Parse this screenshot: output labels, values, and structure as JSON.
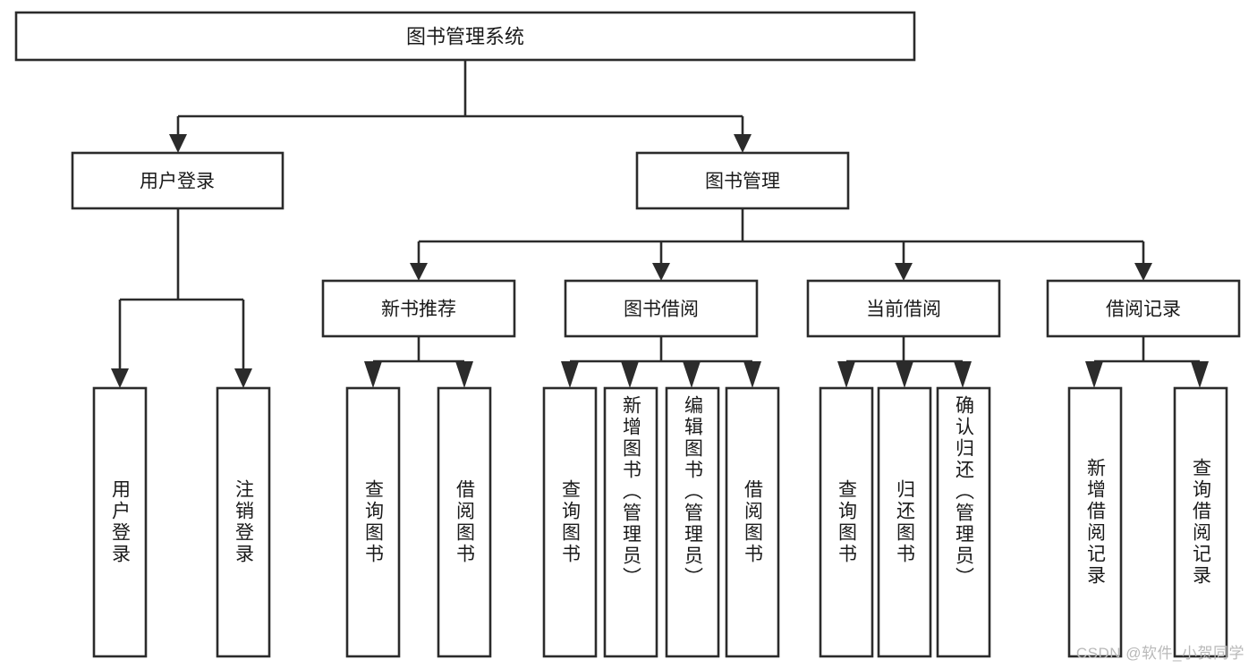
{
  "diagram": {
    "type": "tree-hierarchy",
    "title": "图书管理系统",
    "watermark": "CSDN @软件_小贺同学",
    "colors": {
      "stroke": "#2b2b2b",
      "fill": "#ffffff",
      "text": "#1a1a1a",
      "watermark": "#b9b9b9",
      "background": "#ffffff"
    },
    "levels": [
      {
        "level": 0,
        "nodes": [
          {
            "id": "root",
            "label": "图书管理系统",
            "orientation": "horizontal"
          }
        ]
      },
      {
        "level": 1,
        "nodes": [
          {
            "id": "login",
            "label": "用户登录",
            "orientation": "horizontal",
            "parent": "root"
          },
          {
            "id": "bookmgmt",
            "label": "图书管理",
            "orientation": "horizontal",
            "parent": "root"
          }
        ]
      },
      {
        "level": 2,
        "nodes": [
          {
            "id": "newbook",
            "label": "新书推荐",
            "orientation": "horizontal",
            "parent": "bookmgmt"
          },
          {
            "id": "borrow",
            "label": "图书借阅",
            "orientation": "horizontal",
            "parent": "bookmgmt"
          },
          {
            "id": "current",
            "label": "当前借阅",
            "orientation": "horizontal",
            "parent": "bookmgmt"
          },
          {
            "id": "records",
            "label": "借阅记录",
            "orientation": "horizontal",
            "parent": "bookmgmt"
          }
        ]
      },
      {
        "level": 3,
        "nodes": [
          {
            "id": "leaf-1",
            "label": "用户登录",
            "orientation": "vertical",
            "parent": "login"
          },
          {
            "id": "leaf-2",
            "label": "注销登录",
            "orientation": "vertical",
            "parent": "login"
          },
          {
            "id": "leaf-3",
            "label": "查询图书",
            "orientation": "vertical",
            "parent": "newbook"
          },
          {
            "id": "leaf-4",
            "label": "借阅图书",
            "orientation": "vertical",
            "parent": "newbook"
          },
          {
            "id": "leaf-5",
            "label": "查询图书",
            "orientation": "vertical",
            "parent": "borrow"
          },
          {
            "id": "leaf-6",
            "label": "新增图书（管理员）",
            "orientation": "vertical",
            "parent": "borrow"
          },
          {
            "id": "leaf-7",
            "label": "编辑图书（管理员）",
            "orientation": "vertical",
            "parent": "borrow"
          },
          {
            "id": "leaf-8",
            "label": "借阅图书",
            "orientation": "vertical",
            "parent": "borrow"
          },
          {
            "id": "leaf-9",
            "label": "查询图书",
            "orientation": "vertical",
            "parent": "current"
          },
          {
            "id": "leaf-10",
            "label": "归还图书",
            "orientation": "vertical",
            "parent": "current"
          },
          {
            "id": "leaf-11",
            "label": "确认归还（管理员）",
            "orientation": "vertical",
            "parent": "current"
          },
          {
            "id": "leaf-12",
            "label": "新增借阅记录",
            "orientation": "vertical",
            "parent": "records"
          },
          {
            "id": "leaf-13",
            "label": "查询借阅记录",
            "orientation": "vertical",
            "parent": "records"
          }
        ]
      }
    ]
  }
}
